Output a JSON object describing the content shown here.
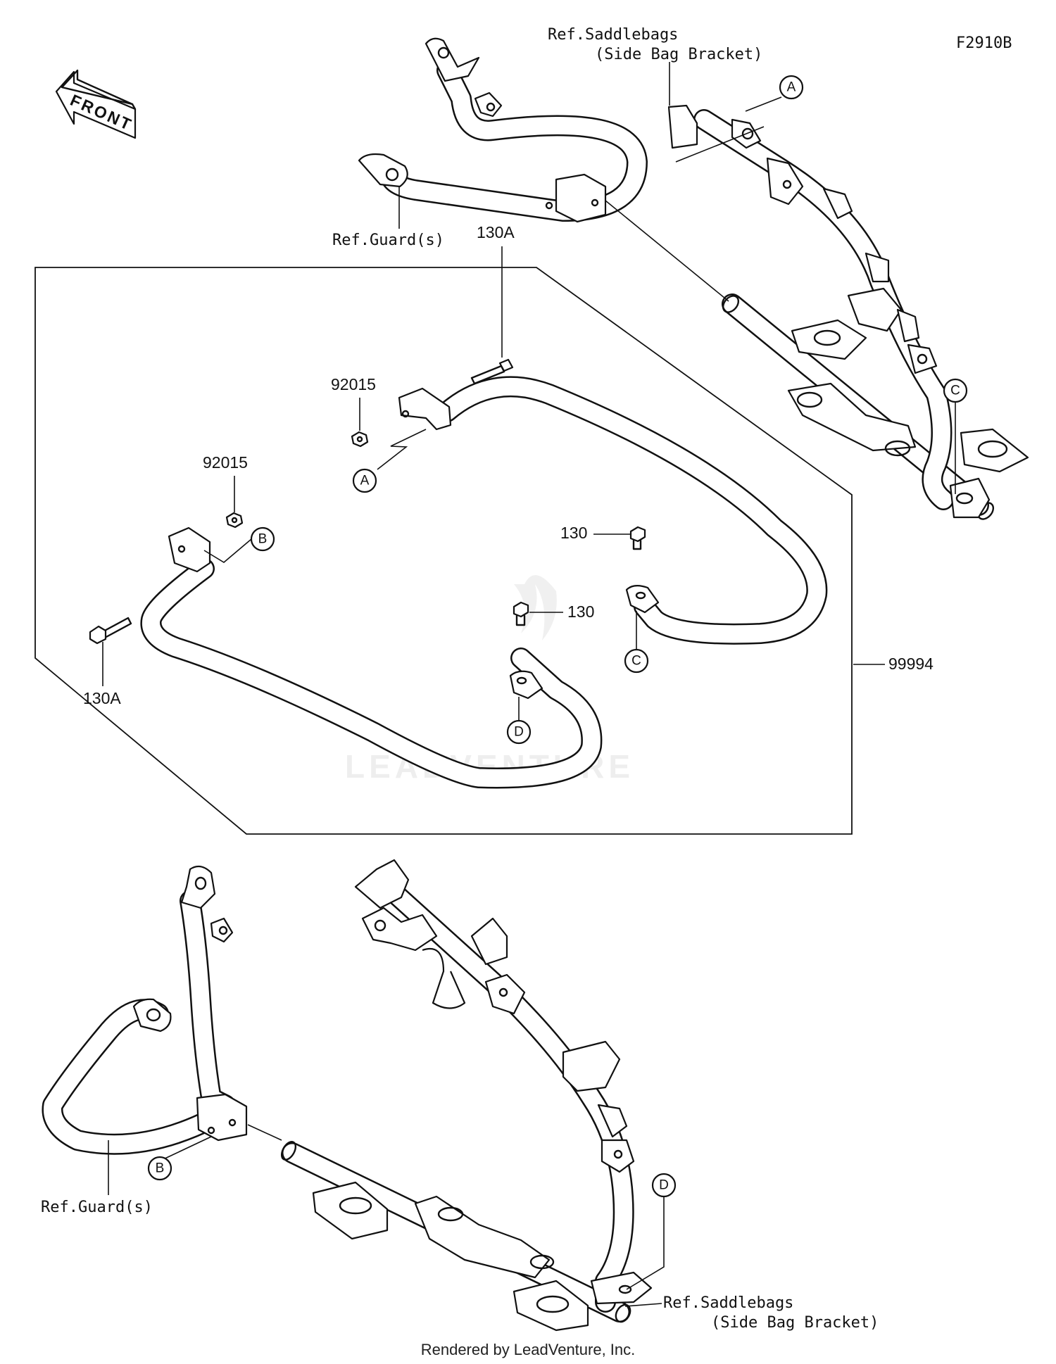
{
  "diagram": {
    "code": "F2910B",
    "orientation_badge": "FRONT",
    "watermark": "LEADVENTURE",
    "footer": "Rendered by LeadVenture, Inc.",
    "labels": {
      "ref_saddlebags_top": "Ref.Saddlebags",
      "ref_saddlebags_top_sub": "(Side Bag Bracket)",
      "ref_guard_top": "Ref.Guard(s)",
      "part_130a_top": "130A",
      "part_92015_upper": "92015",
      "part_92015_left": "92015",
      "part_130a_left": "130A",
      "part_130_right": "130",
      "part_130_center": "130",
      "kit_99994": "99994",
      "ref_guard_bottom": "Ref.Guard(s)",
      "ref_saddlebags_bottom": "Ref.Saddlebags",
      "ref_saddlebags_bottom_sub": "(Side Bag Bracket)"
    },
    "callouts": {
      "a_top": "A",
      "c_top": "C",
      "a_kit": "A",
      "b_kit": "B",
      "c_kit": "C",
      "d_kit": "D",
      "b_bottom": "B",
      "d_bottom": "D"
    }
  }
}
